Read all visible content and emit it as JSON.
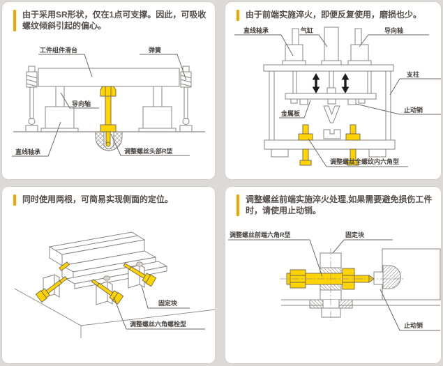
{
  "colors": {
    "page_bg": "#dcd9d6",
    "panel_bg": "#ffffff",
    "panel_border": "#d5d2ce",
    "bullet": "#f6a800",
    "text": "#57504c",
    "label": "#4a4440",
    "machine_line": "#8a847f",
    "leader_line": "#6e6864",
    "screw_yellow": "#ffd400",
    "screw_outline": "#6f6555",
    "arrow_black": "#1c1c1c"
  },
  "panels": {
    "p1": {
      "desc": "由于采用SR形状，仅在1点可支撑。因此，可吸收螺纹倾斜引起的偏心。",
      "labels": {
        "slide_table": "工件组件滑台",
        "spring": "弹簧",
        "guide_shaft": "导向轴",
        "linear_bearing": "直线轴承",
        "adjust_screw": "调整螺丝头部R型"
      }
    },
    "p2": {
      "desc": "由于前端实施淬火，即便反复使用，磨损也少。",
      "labels": {
        "linear_bearing": "直线轴承",
        "air_cylinder": "气缸",
        "guide_shaft": "导向轴",
        "pillar": "支柱",
        "metal_plate": "金属板",
        "stop_pin": "止动销",
        "adjust_screw": "调整螺丝全螺纹内六角型"
      }
    },
    "p3": {
      "desc": "同时使用两根，可简易实现侧面的定位。",
      "labels": {
        "fixing_block": "固定块",
        "adjust_screw": "调整螺丝六角螺栓型"
      }
    },
    "p4": {
      "desc": "调整螺丝前端实施淬火处理,如果需要避免损伤工件时，请使用止动销。",
      "labels": {
        "adjust_screw": "调整螺丝前端六角R型",
        "fixing_block": "固定块",
        "stop_pin": "止动销"
      }
    }
  }
}
